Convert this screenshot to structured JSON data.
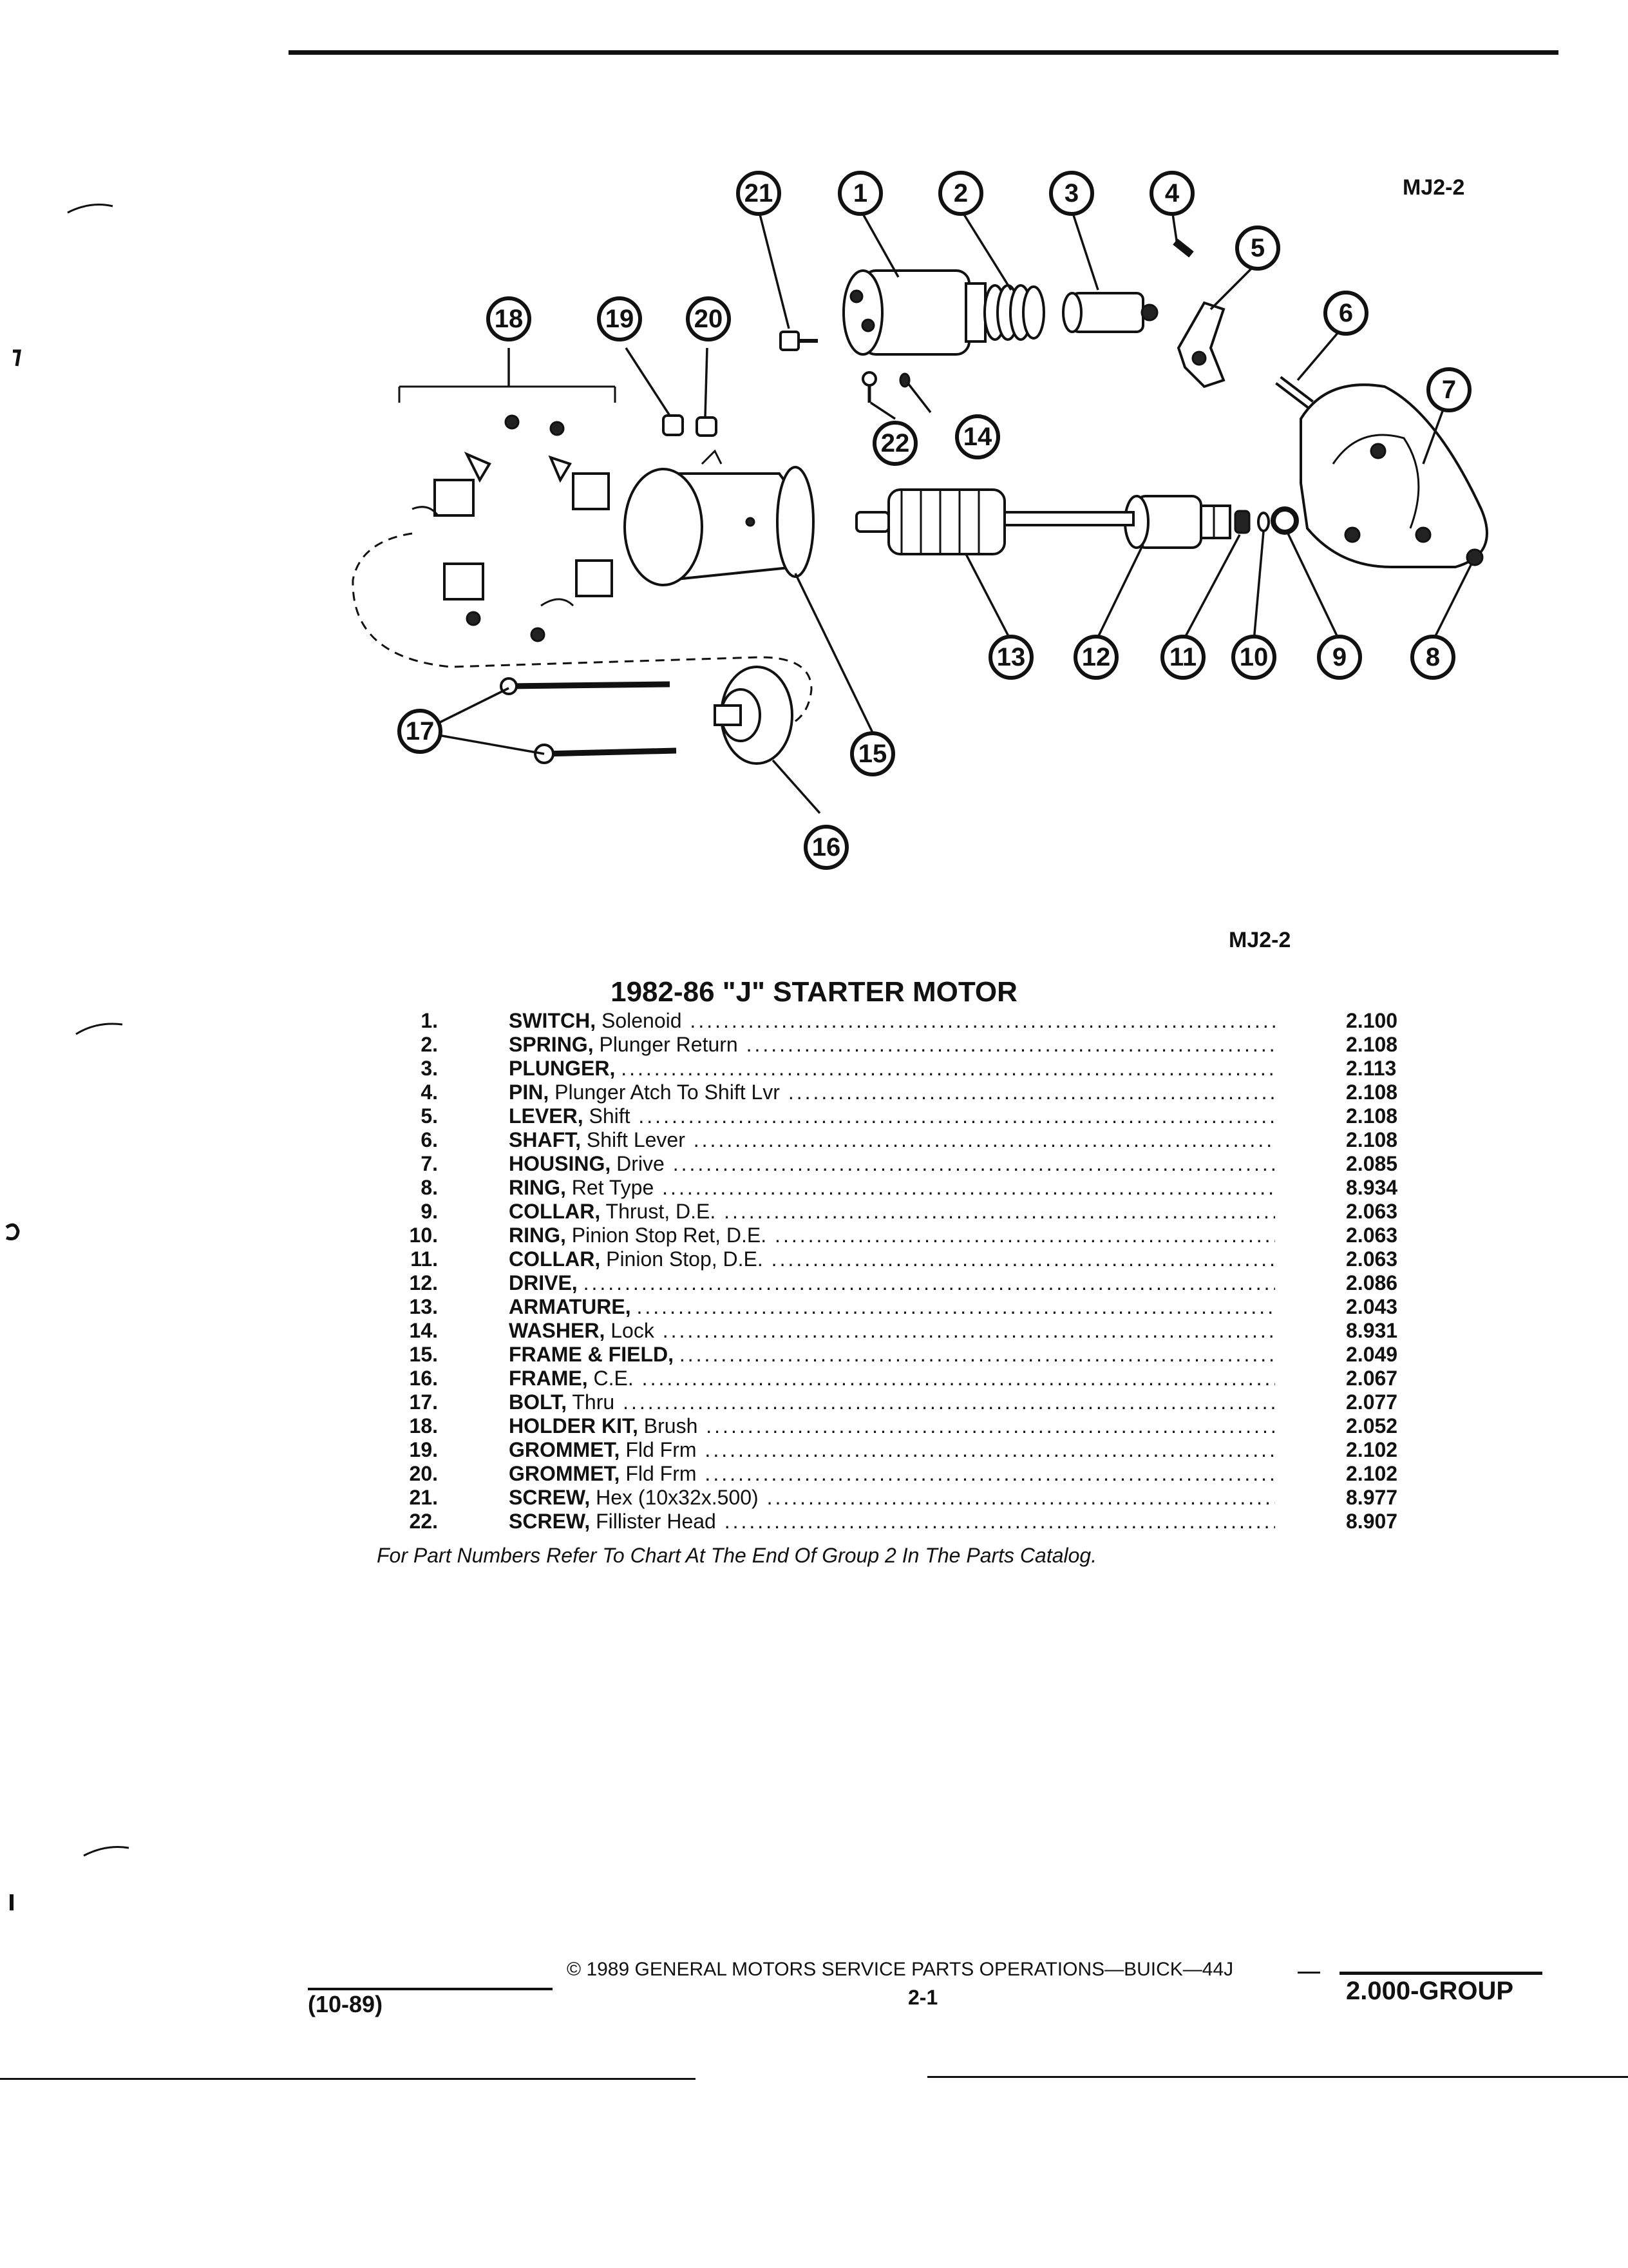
{
  "figure_code_top": "MJ2-2",
  "figure_code_bottom": "MJ2-2",
  "callouts": [
    "1",
    "2",
    "3",
    "4",
    "5",
    "6",
    "7",
    "8",
    "9",
    "10",
    "11",
    "12",
    "13",
    "14",
    "15",
    "16",
    "17",
    "18",
    "19",
    "20",
    "21",
    "22"
  ],
  "title": "1982-86 \"J\" STARTER MOTOR",
  "parts": [
    {
      "num": "1.",
      "name": "SWITCH,",
      "detail": "Solenoid",
      "group": "2.100"
    },
    {
      "num": "2.",
      "name": "SPRING,",
      "detail": "Plunger Return",
      "group": "2.108"
    },
    {
      "num": "3.",
      "name": "PLUNGER,",
      "detail": "",
      "group": "2.113"
    },
    {
      "num": "4.",
      "name": "PIN,",
      "detail": "Plunger Atch To Shift Lvr",
      "group": "2.108"
    },
    {
      "num": "5.",
      "name": "LEVER,",
      "detail": "Shift",
      "group": "2.108"
    },
    {
      "num": "6.",
      "name": "SHAFT,",
      "detail": "Shift Lever",
      "group": "2.108"
    },
    {
      "num": "7.",
      "name": "HOUSING,",
      "detail": "Drive",
      "group": "2.085"
    },
    {
      "num": "8.",
      "name": "RING,",
      "detail": "Ret Type",
      "group": "8.934"
    },
    {
      "num": "9.",
      "name": "COLLAR,",
      "detail": "Thrust, D.E.",
      "group": "2.063"
    },
    {
      "num": "10.",
      "name": "RING,",
      "detail": "Pinion Stop Ret, D.E.",
      "group": "2.063"
    },
    {
      "num": "11.",
      "name": "COLLAR,",
      "detail": "Pinion Stop, D.E.",
      "group": "2.063"
    },
    {
      "num": "12.",
      "name": "DRIVE,",
      "detail": "",
      "group": "2.086"
    },
    {
      "num": "13.",
      "name": "ARMATURE,",
      "detail": "",
      "group": "2.043"
    },
    {
      "num": "14.",
      "name": "WASHER,",
      "detail": "Lock",
      "group": "8.931"
    },
    {
      "num": "15.",
      "name": "FRAME & FIELD,",
      "detail": "",
      "group": "2.049"
    },
    {
      "num": "16.",
      "name": "FRAME,",
      "detail": "C.E.",
      "group": "2.067"
    },
    {
      "num": "17.",
      "name": "BOLT,",
      "detail": "Thru",
      "group": "2.077"
    },
    {
      "num": "18.",
      "name": "HOLDER KIT,",
      "detail": "Brush",
      "group": "2.052"
    },
    {
      "num": "19.",
      "name": "GROMMET,",
      "detail": "Fld Frm",
      "group": "2.102"
    },
    {
      "num": "20.",
      "name": "GROMMET,",
      "detail": "Fld Frm",
      "group": "2.102"
    },
    {
      "num": "21.",
      "name": "SCREW,",
      "detail": "Hex (10x32x.500)",
      "group": "8.977"
    },
    {
      "num": "22.",
      "name": "SCREW,",
      "detail": "Fillister Head",
      "group": "8.907"
    }
  ],
  "footnote": "For Part Numbers Refer To Chart At The End Of Group 2 In The Parts Catalog.",
  "footer": {
    "date": "(10-89)",
    "copyright": "© 1989 GENERAL MOTORS SERVICE PARTS OPERATIONS—BUICK—44J",
    "page": "2-1",
    "group": "2.000-GROUP"
  }
}
